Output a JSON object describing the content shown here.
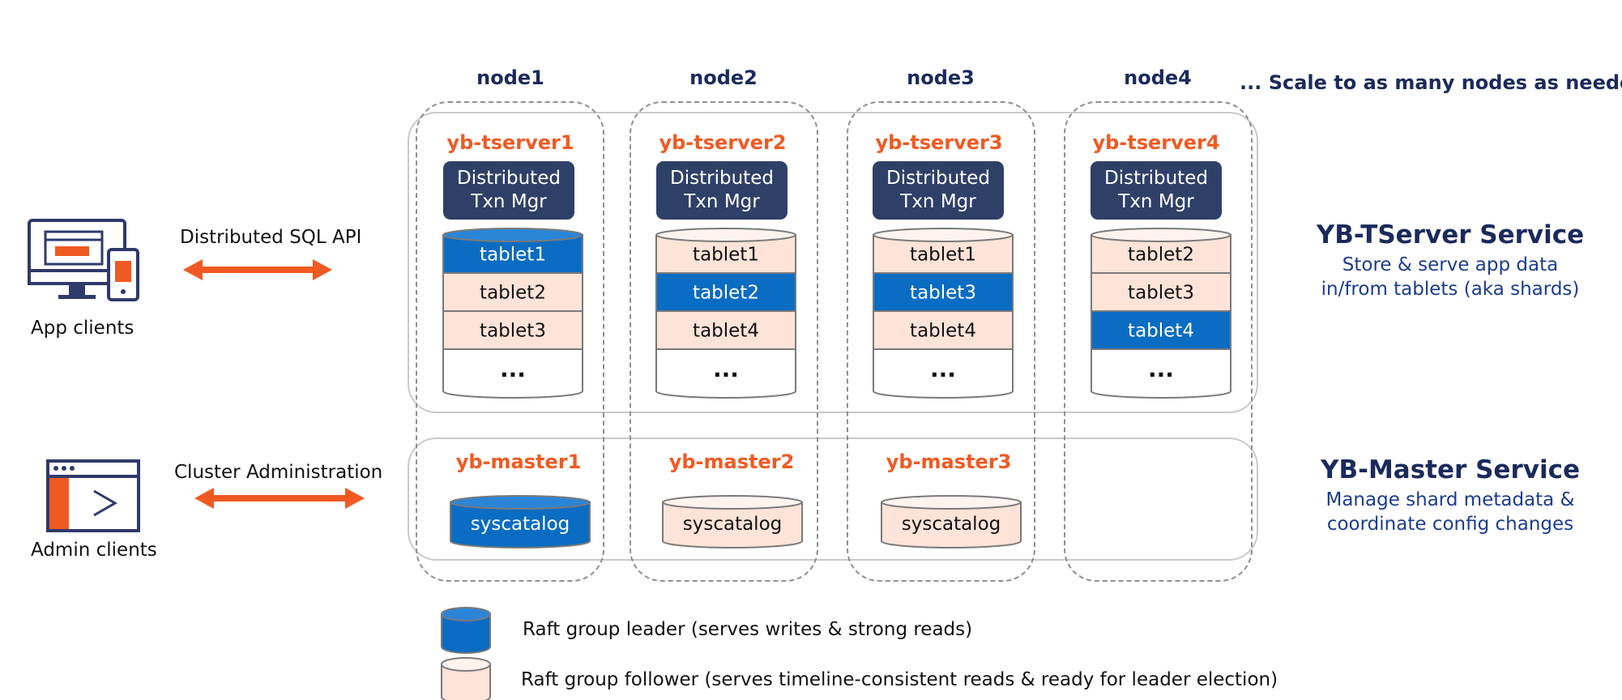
{
  "nodes": [
    {
      "label": "node1",
      "tserver": "yb-tserver1",
      "txn_line1": "Distributed",
      "txn_line2": "Txn Mgr",
      "tablets": [
        {
          "label": "tablet1",
          "role": "leader"
        },
        {
          "label": "tablet2",
          "role": "follower"
        },
        {
          "label": "tablet3",
          "role": "follower"
        }
      ],
      "more": "...",
      "master": "yb-master1",
      "syscatalog": {
        "label": "syscatalog",
        "role": "leader"
      }
    },
    {
      "label": "node2",
      "tserver": "yb-tserver2",
      "txn_line1": "Distributed",
      "txn_line2": "Txn Mgr",
      "tablets": [
        {
          "label": "tablet1",
          "role": "follower"
        },
        {
          "label": "tablet2",
          "role": "leader"
        },
        {
          "label": "tablet4",
          "role": "follower"
        }
      ],
      "more": "...",
      "master": "yb-master2",
      "syscatalog": {
        "label": "syscatalog",
        "role": "follower"
      }
    },
    {
      "label": "node3",
      "tserver": "yb-tserver3",
      "txn_line1": "Distributed",
      "txn_line2": "Txn Mgr",
      "tablets": [
        {
          "label": "tablet1",
          "role": "follower"
        },
        {
          "label": "tablet3",
          "role": "leader"
        },
        {
          "label": "tablet4",
          "role": "follower"
        }
      ],
      "more": "...",
      "master": "yb-master3",
      "syscatalog": {
        "label": "syscatalog",
        "role": "follower"
      }
    },
    {
      "label": "node4",
      "tserver": "yb-tserver4",
      "txn_line1": "Distributed",
      "txn_line2": "Txn Mgr",
      "tablets": [
        {
          "label": "tablet2",
          "role": "follower"
        },
        {
          "label": "tablet3",
          "role": "follower"
        },
        {
          "label": "tablet4",
          "role": "leader"
        }
      ],
      "more": "...",
      "master": null,
      "syscatalog": null
    }
  ],
  "scale_note": "...  Scale to as many nodes as needed",
  "tserver_service": {
    "title": "YB-TServer Service",
    "desc_line1": "Store & serve app data",
    "desc_line2": "in/from tablets (aka shards)"
  },
  "master_service": {
    "title": "YB-Master Service",
    "desc_line1": "Manage shard metadata &",
    "desc_line2": "coordinate config changes"
  },
  "app_clients": {
    "label": "App clients",
    "api": "Distributed SQL API",
    "icon": "computer-and-tablet-icon"
  },
  "admin_clients": {
    "label": "Admin clients",
    "api": "Cluster Administration",
    "icon": "terminal-window-icon"
  },
  "legend": {
    "leader": "Raft group leader (serves writes & strong reads)",
    "follower": "Raft group follower (serves timeline-consistent reads & ready for leader election)"
  },
  "colors": {
    "leader": "#0a6cc2",
    "follower": "#fde3d8",
    "accent": "#f05a22",
    "navy": "#1b2a5c",
    "txn": "#2f4068"
  }
}
